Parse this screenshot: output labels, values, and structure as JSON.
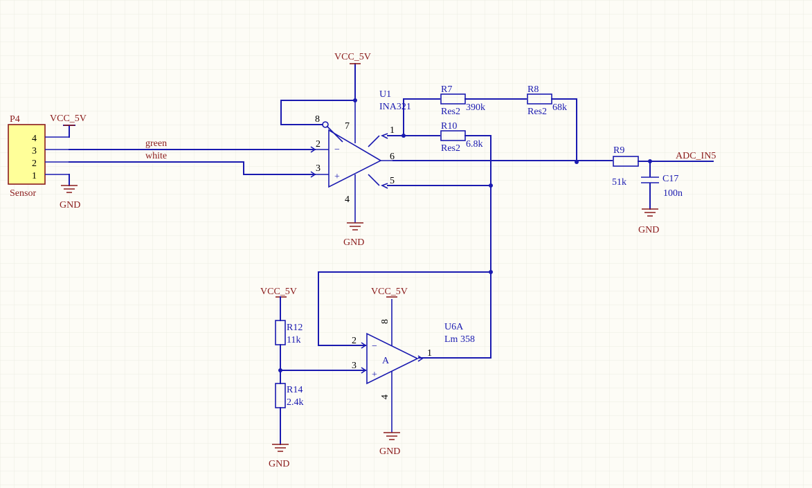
{
  "connector": {
    "ref": "P4",
    "name": "Sensor",
    "pins": [
      "4",
      "3",
      "2",
      "1"
    ],
    "fill": "#ffff99"
  },
  "power": {
    "vcc": "VCC_5V",
    "gnd": "GND"
  },
  "nets": {
    "green": "green",
    "white": "white",
    "adc": "ADC_IN5"
  },
  "u1": {
    "ref": "U1",
    "value": "INA321",
    "pins": {
      "p1": "1",
      "p2": "2",
      "p3": "3",
      "p4": "4",
      "p5": "5",
      "p6": "6",
      "p7": "7",
      "p8": "8"
    }
  },
  "u6a": {
    "ref": "U6A",
    "value": "Lm 358",
    "label": "A",
    "pins": {
      "p1": "1",
      "p2": "2",
      "p3": "3",
      "p4": "4",
      "p8": "8"
    }
  },
  "resistors": {
    "r7": {
      "ref": "R7",
      "type": "Res2",
      "value": "390k"
    },
    "r8": {
      "ref": "R8",
      "type": "Res2",
      "value": "68k"
    },
    "r10": {
      "ref": "R10",
      "type": "Res2",
      "value": "6.8k"
    },
    "r9": {
      "ref": "R9",
      "value": "51k"
    },
    "r12": {
      "ref": "R12",
      "value": "11k"
    },
    "r14": {
      "ref": "R14",
      "value": "2.4k"
    }
  },
  "c17": {
    "ref": "C17",
    "value": "100n"
  },
  "colors": {
    "wire": "#1a1ab0",
    "power": "#8a1a1a",
    "background": "#fdfcf6",
    "grid": "#ecebe3"
  }
}
